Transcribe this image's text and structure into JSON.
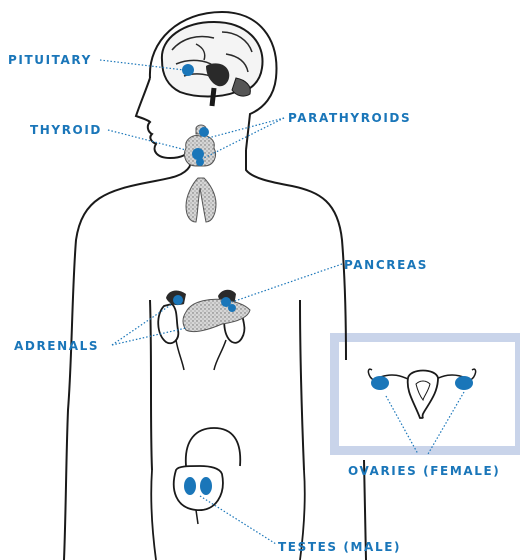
{
  "labels": {
    "pituitary": "PITUITARY",
    "thyroid": "THYROID",
    "parathyroids": "PARATHYROIDS",
    "pancreas": "PANCREAS",
    "adrenals": "ADRENALS",
    "ovaries": "OVARIES (FEMALE)",
    "testes": "TESTES (MALE)"
  },
  "colors": {
    "label": "#1a76b9",
    "gland_dot": "#1a76b9",
    "leader_line": "#1a76b9",
    "body_outline": "#1a1a1a",
    "inset_frame": "#c9d4ea",
    "organ_fill": "#bdbdbd"
  }
}
